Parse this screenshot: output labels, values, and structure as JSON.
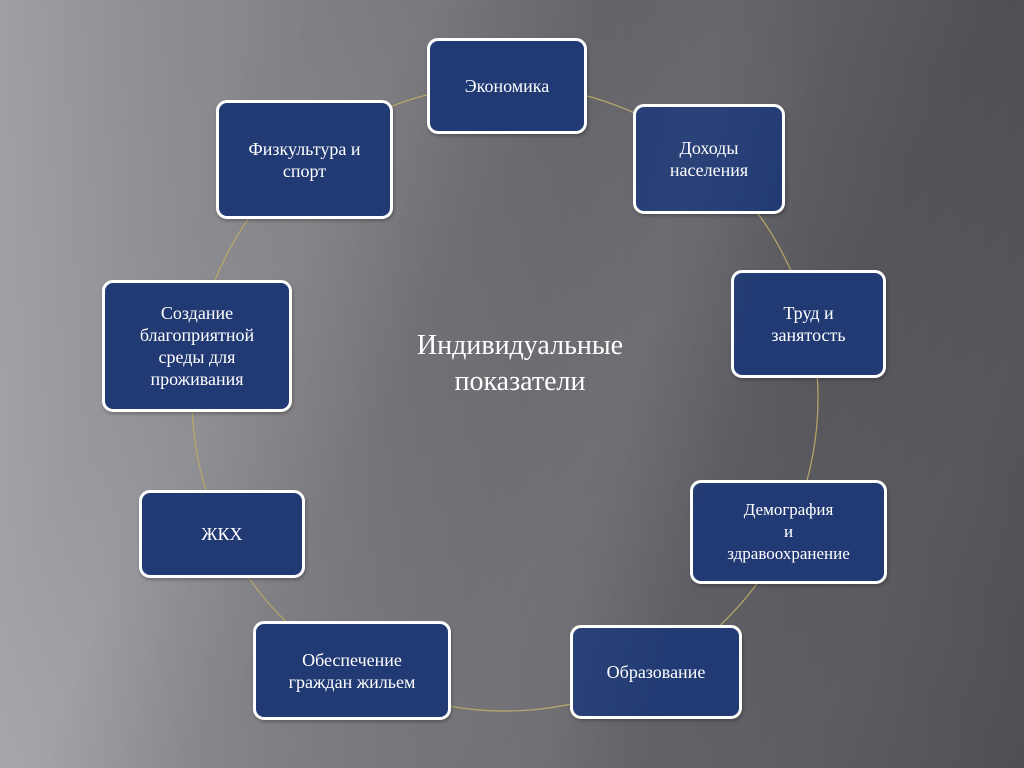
{
  "center_title": "Индивидуальные\nпоказатели",
  "ring_color": "#b8a869",
  "node_fill": "#223a73",
  "nodes": [
    {
      "id": "economy",
      "label": "Экономика"
    },
    {
      "id": "income",
      "label": "Доходы\nнаселения"
    },
    {
      "id": "labor",
      "label": "Труд и\nзанятость"
    },
    {
      "id": "demography",
      "label": "Демография\nи\nздравоохранение"
    },
    {
      "id": "education",
      "label": "Образование"
    },
    {
      "id": "housing",
      "label": "Обеспечение\nграждан жильем"
    },
    {
      "id": "utilities",
      "label": "ЖКХ"
    },
    {
      "id": "environment",
      "label": "Создание\nблагоприятной\nсреды для\nпроживания"
    },
    {
      "id": "sport",
      "label": "Физкультура и\nспорт"
    }
  ]
}
